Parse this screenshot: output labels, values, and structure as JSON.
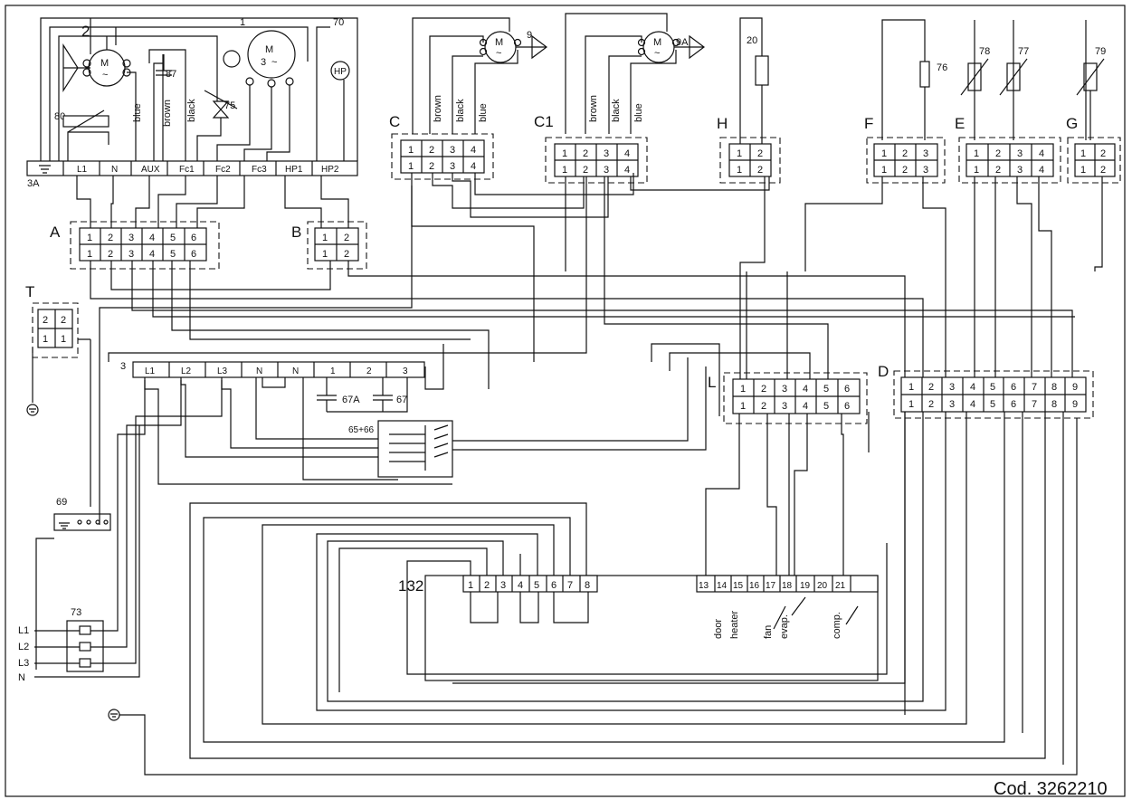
{
  "diagram": {
    "code": "Cod. 3262210",
    "connectors": {
      "A": {
        "label": "A",
        "pins": [
          "1",
          "2",
          "3",
          "4",
          "5",
          "6"
        ]
      },
      "B": {
        "label": "B",
        "pins": [
          "1",
          "2"
        ]
      },
      "C": {
        "label": "C",
        "pins": [
          "1",
          "2",
          "3",
          "4"
        ]
      },
      "C1": {
        "label": "C1",
        "pins": [
          "1",
          "2",
          "3",
          "4"
        ]
      },
      "H": {
        "label": "H",
        "pins": [
          "1",
          "2"
        ]
      },
      "F": {
        "label": "F",
        "pins": [
          "1",
          "2",
          "3"
        ]
      },
      "E": {
        "label": "E",
        "pins": [
          "1",
          "2",
          "3",
          "4"
        ]
      },
      "G": {
        "label": "G",
        "pins": [
          "1",
          "2"
        ]
      },
      "L": {
        "label": "L",
        "pins": [
          "1",
          "2",
          "3",
          "4",
          "5",
          "6"
        ]
      },
      "D": {
        "label": "D",
        "pins": [
          "1",
          "2",
          "3",
          "4",
          "5",
          "6",
          "7",
          "8",
          "9"
        ]
      },
      "T": {
        "label": "T",
        "top": [
          "2",
          "2"
        ],
        "bottom": [
          "1",
          "1"
        ]
      }
    },
    "terminal_3A": {
      "label": "3A",
      "terminals": [
        "",
        "L1",
        "N",
        "AUX",
        "Fc1",
        "Fc2",
        "Fc3",
        "HP1",
        "HP2"
      ]
    },
    "terminal_3": {
      "label": "3",
      "terminals": [
        "L1",
        "L2",
        "L3",
        "N",
        "N",
        "1",
        "2",
        "3"
      ]
    },
    "controller": {
      "label": "132",
      "left_pins": [
        "1",
        "2",
        "3",
        "4",
        "5",
        "6",
        "7",
        "8"
      ],
      "right_pins": [
        "13",
        "14",
        "15",
        "16",
        "17",
        "18",
        "19",
        "20",
        "21"
      ],
      "functions": [
        "door",
        "heater",
        "fan",
        "evap.",
        "comp."
      ]
    },
    "components": {
      "c1": "1",
      "c2": "2",
      "c9": "9",
      "c9a": "9A",
      "c20": "20",
      "c70": "70",
      "c75": "75",
      "c76": "76",
      "c77": "77",
      "c78": "78",
      "c79": "79",
      "c80": "80",
      "c87": "87",
      "c67": "67",
      "c67a": "67A",
      "c6566": "65+66",
      "c69": "69",
      "c73": "73",
      "hp": "HP"
    },
    "wire_colors": {
      "blue": "blue",
      "brown": "brown",
      "black": "black"
    },
    "supply": [
      "L1",
      "L2",
      "L3",
      "N"
    ]
  }
}
